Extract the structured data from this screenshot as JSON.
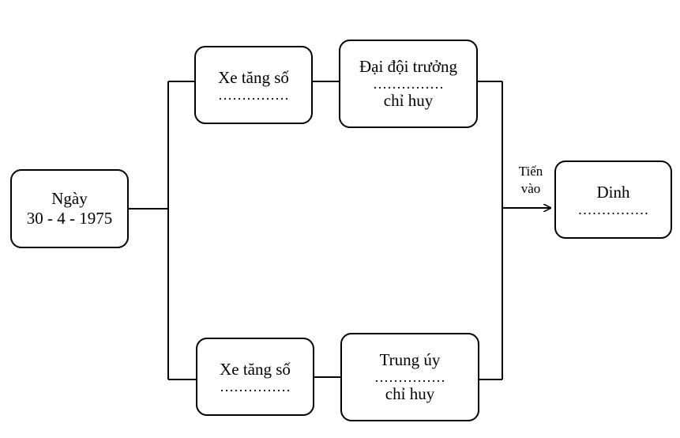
{
  "start": {
    "line1": "Ngày",
    "line2": "30 - 4 - 1975"
  },
  "top_branch": {
    "tank": {
      "title": "Xe tăng số",
      "blank": "……………"
    },
    "officer": {
      "title": "Đại đội trưởng",
      "blank": "……………",
      "suffix": "chỉ huy"
    }
  },
  "bottom_branch": {
    "tank": {
      "title": "Xe tăng số",
      "blank": "……………"
    },
    "officer": {
      "title": "Trung úy",
      "blank": "……………",
      "suffix": "chỉ huy"
    }
  },
  "arrow": {
    "line1": "Tiến",
    "line2": "vào"
  },
  "destination": {
    "title": "Dinh",
    "blank": "……………"
  }
}
